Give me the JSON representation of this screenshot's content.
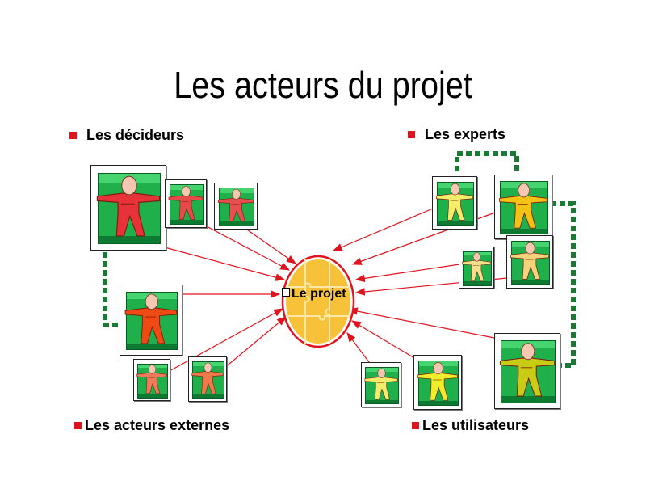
{
  "title": "Les acteurs du projet",
  "center": {
    "label": "Le projet",
    "color": "#f7c23a",
    "ring_color": "#e0141e"
  },
  "groups": {
    "decideurs": {
      "label": "Les décideurs"
    },
    "experts": {
      "label": "Les experts"
    },
    "externes": {
      "label": "Les acteurs externes"
    },
    "utilisateurs": {
      "label": "Les utilisateurs"
    }
  },
  "colors": {
    "arrow": "#e0141e",
    "connector": "#1a7a34",
    "bullet": "#e0141e",
    "tile_green": "#1fb04c"
  },
  "icons": [
    "person-icon",
    "puzzle-icon",
    "arrow-icon"
  ]
}
